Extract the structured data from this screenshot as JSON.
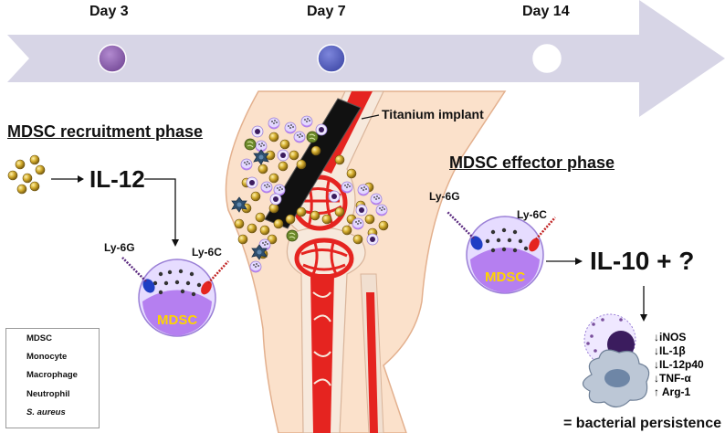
{
  "timeline": {
    "days": [
      {
        "label": "Day 3",
        "dot_color": "#8a5fa8"
      },
      {
        "label": "Day 7",
        "dot_color": "#5a64bf"
      },
      {
        "label": "Day 14",
        "dot_color": "#ffffff"
      }
    ],
    "arrow_color": "#d7d5e6"
  },
  "recruitment": {
    "title": "MDSC recruitment phase",
    "cytokine": "IL-12",
    "ly6g": "Ly-6G",
    "ly6c": "Ly-6C",
    "cell_label": "MDSC"
  },
  "implant_label": "Titanium implant",
  "effector": {
    "title": "MDSC effector phase",
    "ly6g": "Ly-6G",
    "ly6c": "Ly-6C",
    "cell_label": "MDSC",
    "cytokine": "IL-10 + ?",
    "effects": [
      "↓iNOS",
      "↓IL-1β",
      "↓IL-12p40",
      "↓TNF-α",
      "↑ Arg-1"
    ],
    "outcome": "= bacterial persistence"
  },
  "legend": [
    {
      "label": "MDSC",
      "icon": "mdsc-icon"
    },
    {
      "label": "Monocyte",
      "icon": "monocyte-icon"
    },
    {
      "label": "Macrophage",
      "icon": "macrophage-icon"
    },
    {
      "label": "Neutrophil",
      "icon": "neutrophil-icon"
    },
    {
      "label": "S. aureus",
      "icon": "s-aureus-icon"
    }
  ],
  "colors": {
    "bone_red": "#e52420",
    "tissue": "#f9dcc4",
    "mdsc_purple": "#b57ff0",
    "mdsc_light": "#e6dcff",
    "bacteria_gold": "#c9a227"
  }
}
